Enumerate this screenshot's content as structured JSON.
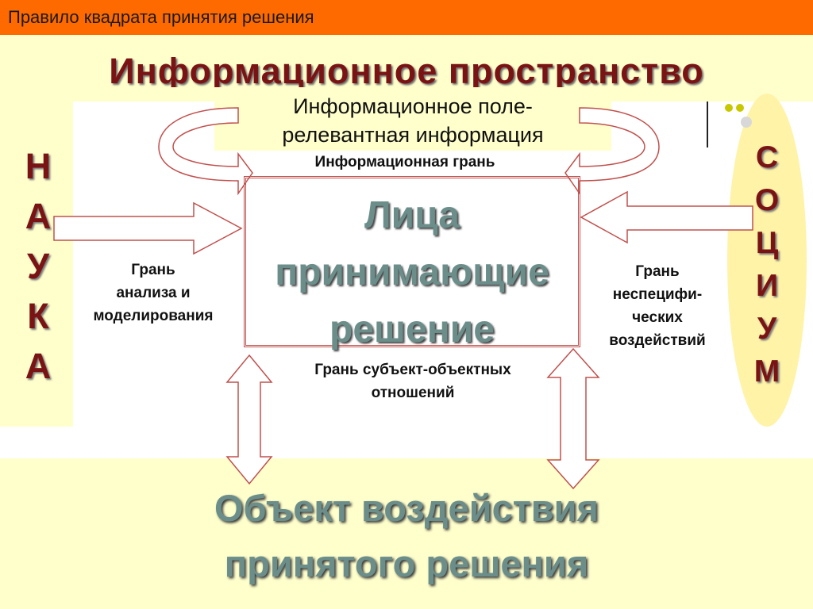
{
  "slide_title": "Правило квадрата принятия решения",
  "main_heading": "Информационное пространство",
  "field_lines": [
    "Информационное поле-",
    "релевантная информация"
  ],
  "edge_info": "Информационная грань",
  "center_lines": [
    "Лица",
    "принимающие",
    "решение"
  ],
  "edge_analysis_lines": [
    "Грань",
    "анализа и",
    "моделирования"
  ],
  "edge_nonspecific_lines": [
    "Грань",
    "неспецифи-",
    "ческих",
    "воздействий"
  ],
  "edge_subject_lines": [
    "Грань субъект-объектных",
    "отношений"
  ],
  "left_letters": [
    "Н",
    "А",
    "У",
    "К",
    "А"
  ],
  "right_letters": [
    "С",
    "О",
    "Ц",
    "И",
    "У",
    "М"
  ],
  "object_lines": [
    "Объект воздействия",
    "принятого решения"
  ],
  "colors": {
    "top_bar": "#ff6a00",
    "band": "#ffffcc",
    "ellipse": "#fff3a8",
    "heading": "#7a1414",
    "teal_text": "#6b8e8a",
    "arrow_stroke": "#c0504d",
    "dots": "#c8c800"
  }
}
